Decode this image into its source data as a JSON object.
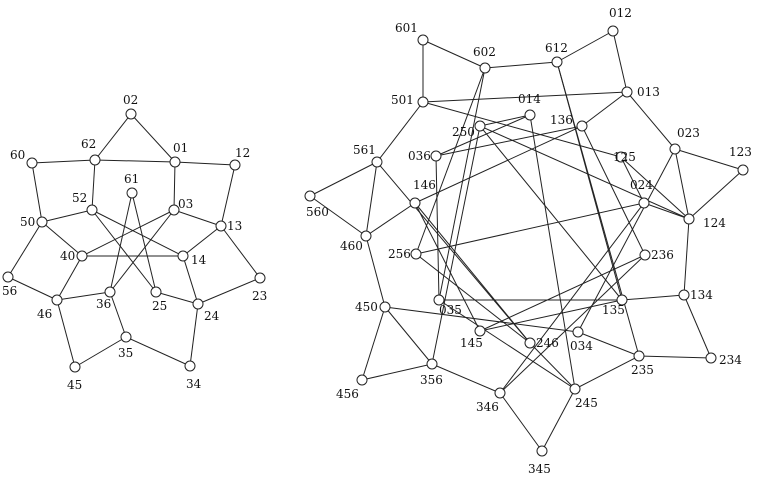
{
  "graphs": [
    {
      "id": "left",
      "nodes": [
        {
          "id": "02"
        },
        {
          "id": "62"
        },
        {
          "id": "01"
        },
        {
          "id": "60"
        },
        {
          "id": "12"
        },
        {
          "id": "61"
        },
        {
          "id": "52"
        },
        {
          "id": "03"
        },
        {
          "id": "50"
        },
        {
          "id": "13"
        },
        {
          "id": "40"
        },
        {
          "id": "14"
        },
        {
          "id": "56"
        },
        {
          "id": "23"
        },
        {
          "id": "36"
        },
        {
          "id": "25"
        },
        {
          "id": "46"
        },
        {
          "id": "24"
        },
        {
          "id": "35"
        },
        {
          "id": "45"
        },
        {
          "id": "34"
        }
      ],
      "edges": [
        [
          "02",
          "62"
        ],
        [
          "02",
          "01"
        ],
        [
          "62",
          "60"
        ],
        [
          "62",
          "01"
        ],
        [
          "62",
          "52"
        ],
        [
          "01",
          "12"
        ],
        [
          "01",
          "03"
        ],
        [
          "60",
          "50"
        ],
        [
          "12",
          "13"
        ],
        [
          "50",
          "52"
        ],
        [
          "50",
          "56"
        ],
        [
          "50",
          "40"
        ],
        [
          "03",
          "40"
        ],
        [
          "03",
          "13"
        ],
        [
          "13",
          "14"
        ],
        [
          "13",
          "23"
        ],
        [
          "52",
          "14"
        ],
        [
          "52",
          "25"
        ],
        [
          "40",
          "14"
        ],
        [
          "40",
          "46"
        ],
        [
          "61",
          "36"
        ],
        [
          "61",
          "25"
        ],
        [
          "03",
          "36"
        ],
        [
          "56",
          "46"
        ],
        [
          "14",
          "24"
        ],
        [
          "23",
          "24"
        ],
        [
          "46",
          "36"
        ],
        [
          "46",
          "45"
        ],
        [
          "36",
          "35"
        ],
        [
          "25",
          "24"
        ],
        [
          "24",
          "34"
        ],
        [
          "35",
          "45"
        ],
        [
          "35",
          "34"
        ]
      ]
    },
    {
      "id": "right",
      "nodes": [
        {
          "id": "012"
        },
        {
          "id": "601"
        },
        {
          "id": "602"
        },
        {
          "id": "612"
        },
        {
          "id": "013"
        },
        {
          "id": "501"
        },
        {
          "id": "014"
        },
        {
          "id": "250"
        },
        {
          "id": "136"
        },
        {
          "id": "023"
        },
        {
          "id": "561"
        },
        {
          "id": "036"
        },
        {
          "id": "125"
        },
        {
          "id": "123"
        },
        {
          "id": "146"
        },
        {
          "id": "024"
        },
        {
          "id": "560"
        },
        {
          "id": "124"
        },
        {
          "id": "460"
        },
        {
          "id": "256"
        },
        {
          "id": "236"
        },
        {
          "id": "134"
        },
        {
          "id": "450"
        },
        {
          "id": "035"
        },
        {
          "id": "135"
        },
        {
          "id": "145"
        },
        {
          "id": "034"
        },
        {
          "id": "246"
        },
        {
          "id": "234"
        },
        {
          "id": "235"
        },
        {
          "id": "456"
        },
        {
          "id": "356"
        },
        {
          "id": "346"
        },
        {
          "id": "245"
        },
        {
          "id": "345"
        }
      ],
      "edges": [
        [
          "601",
          "602"
        ],
        [
          "601",
          "501"
        ],
        [
          "602",
          "612"
        ],
        [
          "602",
          "035"
        ],
        [
          "602",
          "256"
        ],
        [
          "612",
          "012"
        ],
        [
          "612",
          "135"
        ],
        [
          "612",
          "235"
        ],
        [
          "012",
          "013"
        ],
        [
          "013",
          "023"
        ],
        [
          "013",
          "501"
        ],
        [
          "013",
          "136"
        ],
        [
          "501",
          "125"
        ],
        [
          "501",
          "561"
        ],
        [
          "250",
          "014"
        ],
        [
          "250",
          "124"
        ],
        [
          "250",
          "135"
        ],
        [
          "250",
          "356"
        ],
        [
          "014",
          "036"
        ],
        [
          "014",
          "245"
        ],
        [
          "136",
          "036"
        ],
        [
          "136",
          "146"
        ],
        [
          "136",
          "236"
        ],
        [
          "561",
          "560"
        ],
        [
          "561",
          "460"
        ],
        [
          "561",
          "246"
        ],
        [
          "036",
          "035"
        ],
        [
          "125",
          "024"
        ],
        [
          "125",
          "124"
        ],
        [
          "023",
          "124"
        ],
        [
          "023",
          "123"
        ],
        [
          "023",
          "034"
        ],
        [
          "560",
          "460"
        ],
        [
          "460",
          "146"
        ],
        [
          "460",
          "450"
        ],
        [
          "146",
          "145"
        ],
        [
          "146",
          "246"
        ],
        [
          "024",
          "256"
        ],
        [
          "024",
          "346"
        ],
        [
          "024",
          "124"
        ],
        [
          "123",
          "124"
        ],
        [
          "124",
          "134"
        ],
        [
          "256",
          "246"
        ],
        [
          "236",
          "145"
        ],
        [
          "236",
          "346"
        ],
        [
          "450",
          "356"
        ],
        [
          "450",
          "034"
        ],
        [
          "450",
          "456"
        ],
        [
          "035",
          "245"
        ],
        [
          "035",
          "135"
        ],
        [
          "145",
          "135"
        ],
        [
          "134",
          "135"
        ],
        [
          "134",
          "234"
        ],
        [
          "034",
          "235"
        ],
        [
          "356",
          "346"
        ],
        [
          "346",
          "345"
        ],
        [
          "246",
          "245"
        ],
        [
          "235",
          "245"
        ],
        [
          "235",
          "234"
        ],
        [
          "245",
          "345"
        ],
        [
          "456",
          "356"
        ]
      ]
    }
  ]
}
